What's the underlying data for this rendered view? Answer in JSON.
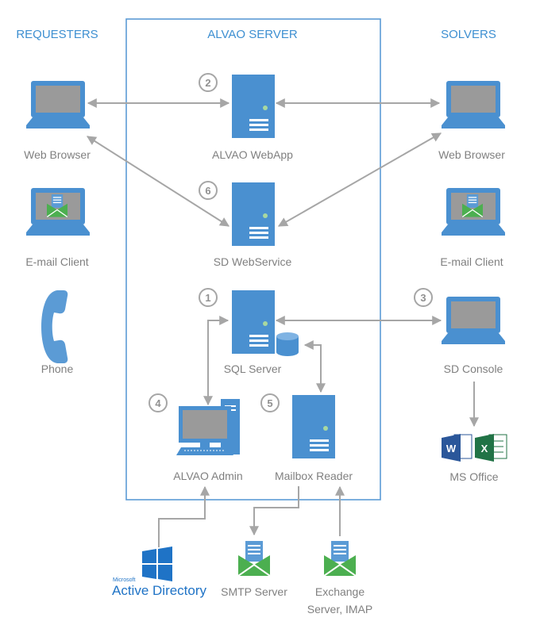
{
  "headers": {
    "requesters": "REQUESTERS",
    "server": "ALVAO SERVER",
    "solvers": "SOLVERS"
  },
  "labels": {
    "req_web_browser": "Web Browser",
    "req_email_client": "E-mail Client",
    "req_phone": "Phone",
    "webapp": "ALVAO WebApp",
    "webservice": "SD WebService",
    "sql_server": "SQL Server",
    "alvao_admin": "ALVAO Admin",
    "mailbox_reader": "Mailbox Reader",
    "sol_web_browser": "Web Browser",
    "sol_email_client": "E-mail Client",
    "sd_console": "SD Console",
    "ms_office": "MS Office",
    "smtp_server": "SMTP Server",
    "exchange_line1": "Exchange",
    "exchange_line2": "Server, IMAP",
    "ad_microsoft": "Microsoft",
    "ad_name": "Active Directory"
  },
  "numbers": {
    "webapp": "2",
    "webservice": "6",
    "sql_server": "1",
    "sd_console": "3",
    "alvao_admin": "4",
    "mailbox_reader": "5"
  },
  "colors": {
    "accent_blue": "#3d8fd1",
    "server_blue": "#4a90d0",
    "label_gray": "#808080",
    "arrow_gray": "#a6a6a6",
    "envelope_green": "#4caf50",
    "word_blue": "#2b579a",
    "excel_green": "#217346"
  },
  "icons": {
    "laptop": "laptop-icon",
    "email": "email-laptop-icon",
    "phone": "phone-icon",
    "server": "server-icon",
    "database": "database-icon",
    "desktop": "desktop-computer-icon",
    "envelope": "envelope-icon",
    "windows": "windows-logo-icon",
    "word": "word-icon",
    "excel": "excel-icon"
  }
}
